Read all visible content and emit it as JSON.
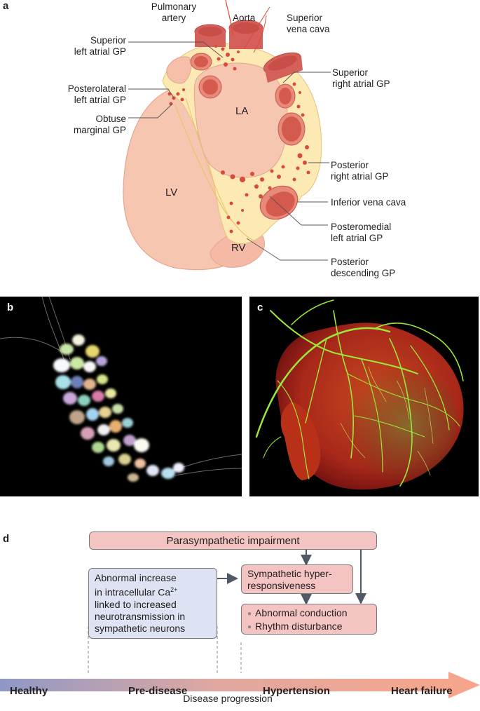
{
  "panels": {
    "a": "a",
    "b": "b",
    "c": "c",
    "d": "d"
  },
  "panel_a": {
    "vessels": {
      "pulmonary_line1": "Pulmonary",
      "pulmonary_line2": "artery",
      "aorta": "Aorta",
      "svc_line1": "Superior",
      "svc_line2": "vena cava"
    },
    "left_labels": {
      "slagp_line1": "Superior",
      "slagp_line2": "left atrial GP",
      "plagp_line1": "Posterolateral",
      "plagp_line2": "left atrial GP",
      "omgp_line1": "Obtuse",
      "omgp_line2": "marginal GP"
    },
    "right_labels": {
      "sragp_line1": "Superior",
      "sragp_line2": "right atrial GP",
      "pragp_line1": "Posterior",
      "pragp_line2": "right atrial GP",
      "ivc": "Inferior vena cava",
      "pmlagp_line1": "Posteromedial",
      "pmlagp_line2": "left atrial GP",
      "pdgp_line1": "Posterior",
      "pdgp_line2": "descending GP"
    },
    "chambers": {
      "la": "LA",
      "lv": "LV",
      "rv": "RV"
    },
    "colors": {
      "heart": "#f7c6b1",
      "fat": "#fde9b3",
      "ganglia": "#d84a3a",
      "vessel": "#d5605a"
    }
  },
  "panel_d": {
    "parasympathetic": "Parasympathetic impairment",
    "calcium_line1": "Abnormal increase",
    "calcium_line2a": "in intracellular Ca",
    "calcium_sup": "2+",
    "calcium_line3": "linked to increased",
    "calcium_line4": "neurotransmission in",
    "calcium_line5": "sympathetic neurons",
    "sympathetic_line1": "Sympathetic hyper-",
    "sympathetic_line2": "responsiveness",
    "conduction": "Abnormal conduction",
    "rhythm": "Rhythm disturbance",
    "stages": [
      "Healthy",
      "Pre-disease",
      "Hypertension",
      "Heart failure"
    ],
    "axis_label": "Disease progression",
    "colors": {
      "box_pink": "#f4c4c3",
      "box_blue": "#dde3f2",
      "arrow_start": "#8e98c6",
      "arrow_end": "#f7a58a"
    }
  }
}
